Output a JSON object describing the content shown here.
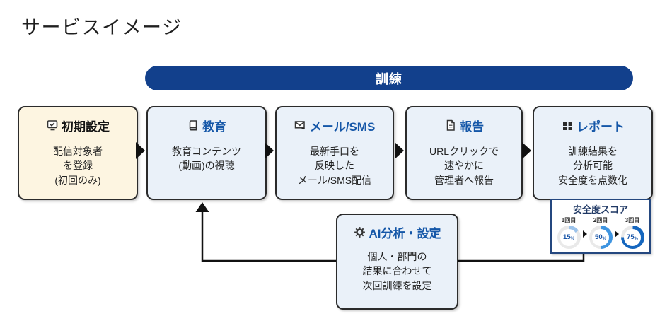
{
  "page_title": "サービスイメージ",
  "banner": {
    "label": "訓練"
  },
  "colors": {
    "banner_blue": "#12408C",
    "box_title_blue": "#1557A8",
    "box_blue_bg": "#EAF1F9",
    "box_cream_bg": "#FDF5E1",
    "box_border": "#2B2B2B",
    "score_card_border": "#24477F",
    "score_title_navy": "#1F3864",
    "connector_black": "#111111"
  },
  "flow": [
    {
      "icon": "monitor-check-icon",
      "title": "初期設定",
      "body": "配信対象者\nを登録\n(初回のみ)"
    },
    {
      "icon": "book-icon",
      "title": "教育",
      "body": "教育コンテンツ\n(動画)の視聴"
    },
    {
      "icon": "mail-new-icon",
      "title": "メール/SMS",
      "body": "最新手口を\n反映した\nメール/SMS配信"
    },
    {
      "icon": "document-icon",
      "title": "報告",
      "body": "URLクリックで\n速やかに\n管理者へ報告"
    },
    {
      "icon": "grid-icon",
      "title": "レポート",
      "body": "訓練結果を\n分析可能\n安全度を点数化"
    }
  ],
  "ai_box": {
    "icon": "gear-icon",
    "title": "AI分析・設定",
    "body": "個人・部門の\n結果に合わせて\n次回訓練を設定"
  },
  "score_card": {
    "title": "安全度スコア",
    "unit": "%",
    "track_color": "#E9E9E9",
    "items": [
      {
        "label": "1回目",
        "value": 15,
        "color": "#9CC3EB"
      },
      {
        "label": "2回目",
        "value": 50,
        "color": "#3E94E0"
      },
      {
        "label": "3回目",
        "value": 75,
        "color": "#1566BE"
      }
    ]
  },
  "chart_data": {
    "type": "pie",
    "title": "安全度スコア",
    "categories": [
      "1回目",
      "2回目",
      "3回目"
    ],
    "values": [
      15,
      50,
      75
    ]
  }
}
